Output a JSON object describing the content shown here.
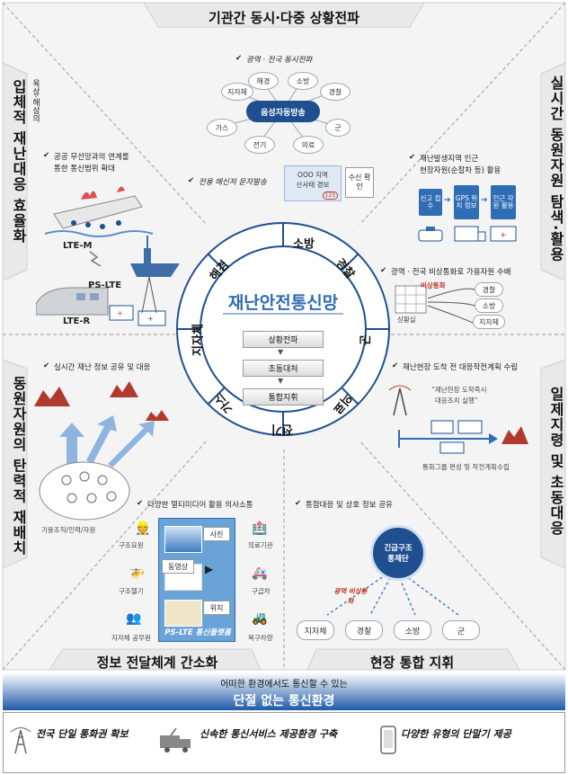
{
  "center": {
    "title": "재난안전통신망",
    "ring_labels": [
      "소방",
      "경찰",
      "군",
      "의료",
      "전기",
      "가스",
      "지자체",
      "해경"
    ],
    "menu": [
      "상황전파",
      "초동대처",
      "통합지휘"
    ]
  },
  "sections": {
    "top": {
      "title": "기관간 동시·다중 상황전파",
      "bullet1": "광역 · 전국 동시전파",
      "hub": "음성자동방송",
      "chips": [
        "해경",
        "소방",
        "경찰",
        "군",
        "의료",
        "전기",
        "가스",
        "지자체"
      ],
      "bullet2": "전용 메신저 문자발송",
      "msg_line1": "OOO 지역",
      "msg_line2": "산사태 경보",
      "msg_count": "123",
      "msg_confirm": "수신 확인"
    },
    "top_left": {
      "title": "입체적 재난대응 효율화",
      "subtitle": "육상·해상의",
      "bullet_line1": "공공 무선망과의 연계를",
      "bullet_line2": "통한 통신범위 확대",
      "labels": [
        "LTE-M",
        "PS-LTE",
        "LTE-R"
      ]
    },
    "top_right": {
      "title": "실시간 동원자원 탐색·활용",
      "bullet1_line1": "재난발생지역 인근",
      "bullet1_line2": "현장자원(순찰차 등) 활용",
      "flow": [
        "신고 접수",
        "GPS 위치 정보",
        "인근 자원 활용"
      ],
      "bullet2": "광역 · 전국 비상통화로 가용자원 수배",
      "emergency": "비상통화",
      "situation_room": "상황실",
      "targets": [
        "경찰",
        "소방",
        "지자체"
      ]
    },
    "bottom_left": {
      "title": "동원자원의 탄력적 재배치",
      "bullet": "실시간 재난 정보 공유 및  대응",
      "resources": "기용조직/인력/자원"
    },
    "bottom_right": {
      "title": "일제지령 및 초동대응",
      "bullet": "재난현장 도착 전 대응작전계획 수립",
      "quote_line1": "“재난현장 도착즉시",
      "quote_line2": "대응조치 실행”",
      "plan": "통화그룹 편성 및 작전계획수립"
    },
    "bottom_mid_left": {
      "title": "정보 전달체계 간소화",
      "bullet": "다양한 멀티미디어 활용 의사소통",
      "left_labels": [
        "구조요원",
        "구조헬기",
        "지자체 공무원"
      ],
      "media": [
        "사진",
        "동영상",
        "위치"
      ],
      "right_labels": [
        "의료기관",
        "구급차",
        "복구차량"
      ],
      "platform": "PS-LTE 통신플랫폼"
    },
    "bottom_mid_right": {
      "title": "현장 통합 지휘",
      "bullet": "통합대응 및 상호 정보 공유",
      "hub_line1": "긴급구조",
      "hub_line2": "통제단",
      "emergency": "광역 비상통화",
      "nodes": [
        "지자체",
        "경찰",
        "소방",
        "군"
      ]
    }
  },
  "banner": {
    "line1": "어떠한 환경에서도 통신할 수 있는",
    "line2": "단절 없는 통신환경"
  },
  "bottom_items": [
    "전국 단일 통화권 확보",
    "신속한 통신서비스 제공환경 구축",
    "다양한 유형의 단말기 제공"
  ],
  "colors": {
    "accent_blue": "#2f6db5",
    "ring_blue": "#1f4f8f",
    "banner_blue": "#1e5aa8",
    "fire_red": "#c0392b"
  }
}
